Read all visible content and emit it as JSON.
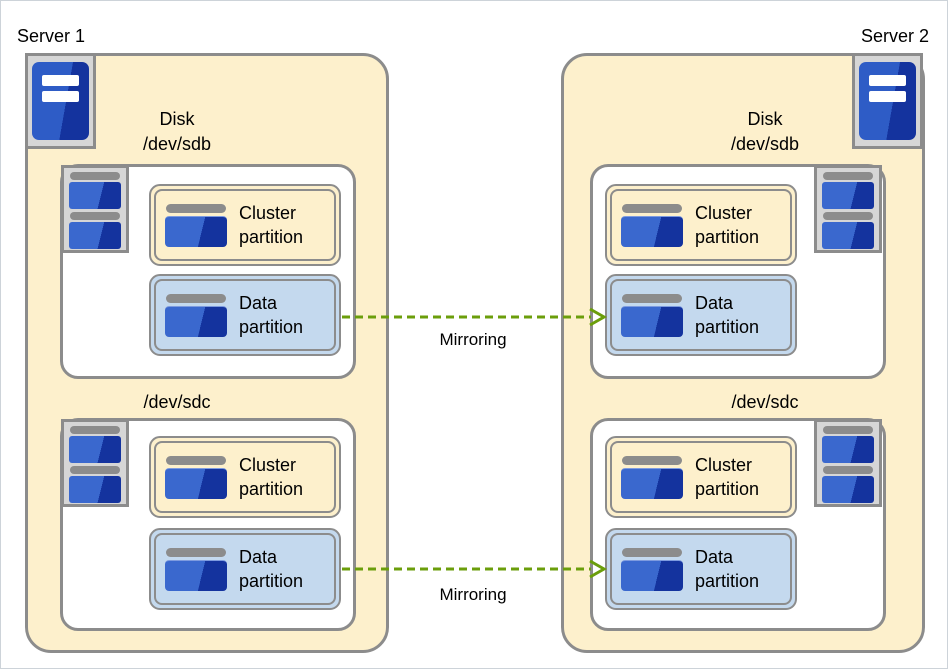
{
  "servers": [
    {
      "name": "Server 1",
      "disks": [
        {
          "title": "Disk",
          "device": "/dev/sdb",
          "partitions": [
            {
              "label": "Cluster partition"
            },
            {
              "label": "Data partition"
            }
          ]
        },
        {
          "device": "/dev/sdc",
          "partitions": [
            {
              "label": "Cluster partition"
            },
            {
              "label": "Data partition"
            }
          ]
        }
      ]
    },
    {
      "name": "Server 2",
      "disks": [
        {
          "title": "Disk",
          "device": "/dev/sdb",
          "partitions": [
            {
              "label": "Cluster partition"
            },
            {
              "label": "Data partition"
            }
          ]
        },
        {
          "device": "/dev/sdc",
          "partitions": [
            {
              "label": "Cluster partition"
            },
            {
              "label": "Data partition"
            }
          ]
        }
      ]
    }
  ],
  "mirroring_labels": [
    "Mirroring",
    "Mirroring"
  ],
  "colors": {
    "server_fill": "#FDF0CC",
    "cluster_partition_fill": "#FDF0CC",
    "data_partition_fill": "#C4D9EE",
    "box_border_gray": "#8C8C8C",
    "icon_background_gray": "#D6D6D6",
    "disk_blue_light": "#3A68CE",
    "disk_blue_dark": "#14339E",
    "mirroring_green": "#6B9E0B"
  }
}
